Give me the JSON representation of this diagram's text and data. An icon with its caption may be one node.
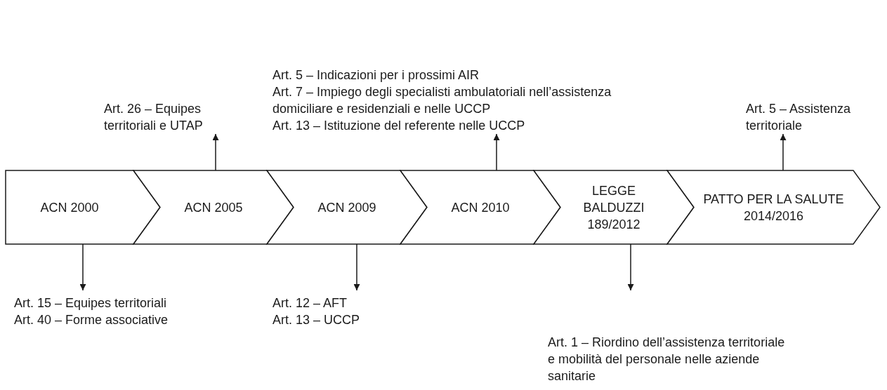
{
  "diagram": {
    "nodes": [
      {
        "text": [
          "ACN 2000"
        ]
      },
      {
        "text": [
          "ACN 2005"
        ]
      },
      {
        "text": [
          "ACN 2009"
        ]
      },
      {
        "text": [
          "ACN 2010"
        ]
      },
      {
        "text": [
          "LEGGE BALDUZZI 189/2012"
        ]
      },
      {
        "text": [
          "PATTO PER LA SALUTE 2014/2016"
        ]
      },
      {
        "text": [
          "Art. 26 – Equipes territoriali e UTAP"
        ]
      },
      {
        "text": [
          "Art. 5 – Indicazioni per i prossimi AIR",
          "Art. 7 – Impiego degli specialisti ambulatoriali nell’assistenza domiciliare e residenziali e nelle UCCP",
          "Art. 13 – Istituzione del referente nelle UCCP"
        ]
      },
      {
        "text": [
          "Art. 5 – Assistenza territoriale"
        ]
      },
      {
        "text": [
          "Art. 15 – Equipes territoriali",
          "Art. 40 – Forme associative"
        ]
      },
      {
        "text": [
          "Art. 12 – AFT",
          "Art. 13 – UCCP"
        ]
      },
      {
        "text": [
          "Art. 1 – Riordino dell’assistenza territoriale e mobilità del personale nelle aziende sanitarie"
        ]
      }
    ],
    "edges": [
      {
        "from": 1,
        "to": 6,
        "arrow": "to"
      },
      {
        "from": 3,
        "to": 7,
        "arrow": "to"
      },
      {
        "from": 5,
        "to": 8,
        "arrow": "to"
      },
      {
        "from": 0,
        "to": 9,
        "arrow": "to"
      },
      {
        "from": 2,
        "to": 10,
        "arrow": "to"
      },
      {
        "from": 4,
        "to": 11,
        "arrow": "to"
      }
    ]
  }
}
